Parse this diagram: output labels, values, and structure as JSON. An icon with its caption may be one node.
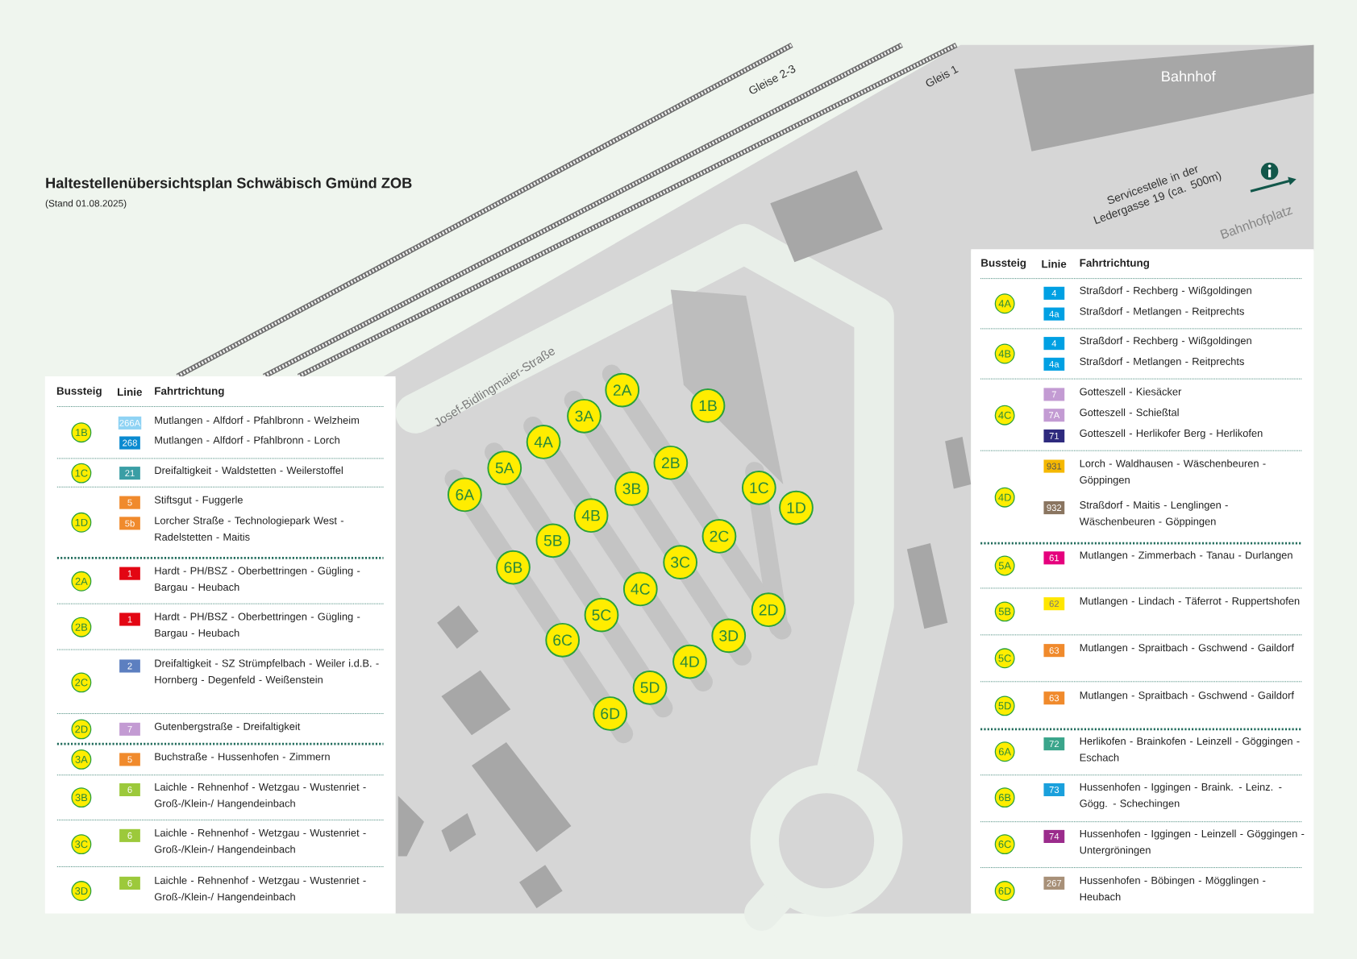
{
  "diagram": {
    "title": "Haltestellenübersichtsplan Schwäbisch Gmünd ZOB",
    "nodes": [
      {
        "text": [
          "2A"
        ]
      },
      {
        "text": [
          "1B"
        ]
      },
      {
        "text": [
          "3A"
        ]
      },
      {
        "text": [
          "4A"
        ]
      },
      {
        "text": [
          "2B"
        ]
      },
      {
        "text": [
          "5A"
        ]
      },
      {
        "text": [
          "3B"
        ]
      },
      {
        "text": [
          "1C"
        ]
      },
      {
        "text": [
          "6A"
        ]
      },
      {
        "text": [
          "1D"
        ]
      },
      {
        "text": [
          "4B"
        ]
      },
      {
        "text": [
          "5B"
        ]
      },
      {
        "text": [
          "2C"
        ]
      },
      {
        "text": [
          "6B"
        ]
      },
      {
        "text": [
          "3C"
        ]
      },
      {
        "text": [
          "4C"
        ]
      },
      {
        "text": [
          "5C"
        ]
      },
      {
        "text": [
          "2D"
        ]
      },
      {
        "text": [
          "3D"
        ]
      },
      {
        "text": [
          "6C"
        ]
      },
      {
        "text": [
          "4D"
        ]
      },
      {
        "text": [
          "5D"
        ]
      },
      {
        "text": [
          "6D"
        ]
      },
      {
        "text": [
          "1B"
        ]
      },
      {
        "text": [
          "1C"
        ]
      },
      {
        "text": [
          "1D"
        ]
      },
      {
        "text": [
          "2A"
        ]
      },
      {
        "text": [
          "2B"
        ]
      },
      {
        "text": [
          "2C"
        ]
      },
      {
        "text": [
          "2D"
        ]
      },
      {
        "text": [
          "3A"
        ]
      },
      {
        "text": [
          "3B"
        ]
      },
      {
        "text": [
          "3C"
        ]
      },
      {
        "text": [
          "3D"
        ]
      },
      {
        "text": [
          "4A"
        ]
      },
      {
        "text": [
          "4B"
        ]
      },
      {
        "text": [
          "4C"
        ]
      },
      {
        "text": [
          "4D"
        ]
      },
      {
        "text": [
          "5A"
        ]
      },
      {
        "text": [
          "5B"
        ]
      },
      {
        "text": [
          "5C"
        ]
      },
      {
        "text": [
          "5D"
        ]
      },
      {
        "text": [
          "6A"
        ]
      },
      {
        "text": [
          "6B"
        ]
      },
      {
        "text": [
          "6C"
        ]
      },
      {
        "text": [
          "6D"
        ]
      }
    ],
    "labels": [
      "Gleise 2-3",
      "Gleis 1",
      "Bahnhof",
      "Servicestelle in der Ledergasse 19 (ca. 500m)",
      "Bahnhofplatz",
      "Josef-Bidlingmaier-Straße",
      "(Stand 01.08.2025)",
      "Bussteig",
      "Linie",
      "Fahrtrichtung",
      "266A",
      "Mutlangen - Alfdorf - Pfahlbronn - Welzheim",
      "268",
      "Mutlangen - Alfdorf - Pfahlbronn - Lorch",
      "21",
      "Dreifaltigkeit - Waldstetten - Weilerstoffel",
      "5",
      "Stiftsgut - Fuggerle",
      "5b",
      "Lorcher Straße - Technologiepark West - Radelstetten - Maitis",
      "1",
      "Hardt - PH/BSZ - Oberbettringen - Gügling - Bargau - Heubach",
      "1",
      "Hardt - PH/BSZ - Oberbettringen - Gügling - Bargau - Heubach",
      "2",
      "Dreifaltigkeit - SZ Strümpfelbach - Weiler i.d.B. - Hornberg - Degenfeld - Weißenstein",
      "7",
      "Gutenbergstraße - Dreifaltigkeit",
      "5",
      "Buchstraße - Hussenhofen - Zimmern",
      "6",
      "Laichle - Rehnenhof - Wetzgau - Wustenriet - Groß-/Klein-/ Hangendeinbach",
      "6",
      "Laichle - Rehnenhof - Wetzgau - Wustenriet - Groß-/Klein-/ Hangendeinbach",
      "6",
      "Laichle - Rehnenhof - Wetzgau - Wustenriet - Groß-/Klein-/ Hangendeinbach",
      "Bussteig",
      "Linie",
      "Fahrtrichtung",
      "4",
      "Straßdorf - Rechberg - Wißgoldingen",
      "4a",
      "Straßdorf - Metlangen - Reitprechts",
      "4",
      "Straßdorf - Rechberg - Wißgoldingen",
      "4a",
      "Straßdorf - Metlangen - Reitprechts",
      "7",
      "Gotteszell - Kiesäcker",
      "7A",
      "Gotteszell - Schießtal",
      "71",
      "Gotteszell - Herlikofer Berg - Herlikofen",
      "931",
      "Lorch - Waldhausen - Wäschenbeuren - Göppingen",
      "932",
      "Straßdorf - Maitis - Lenglingen - Wäschenbeuren - Göppingen",
      "61",
      "Mutlangen - Zimmerbach - Tanau - Durlangen",
      "62",
      "Mutlangen - Lindach - Täferrot - Ruppertshofen",
      "63",
      "Mutlangen - Spraitbach - Gschwend - Gaildorf",
      "63",
      "Mutlangen - Spraitbach - Gschwend - Gaildorf",
      "72",
      "Herlikofen - Brainkofen - Leinzell - Göggingen - Eschach",
      "73",
      "Hussenhofen - Iggingen - Braink. - Leinz. - Gögg. - Schechingen",
      "74",
      "Hussenhofen - Iggingen - Leinzell - Göggingen - Untergröningen",
      "267",
      "Hussenhofen - Böbingen - Mögglingen - Heubach"
    ]
  }
}
